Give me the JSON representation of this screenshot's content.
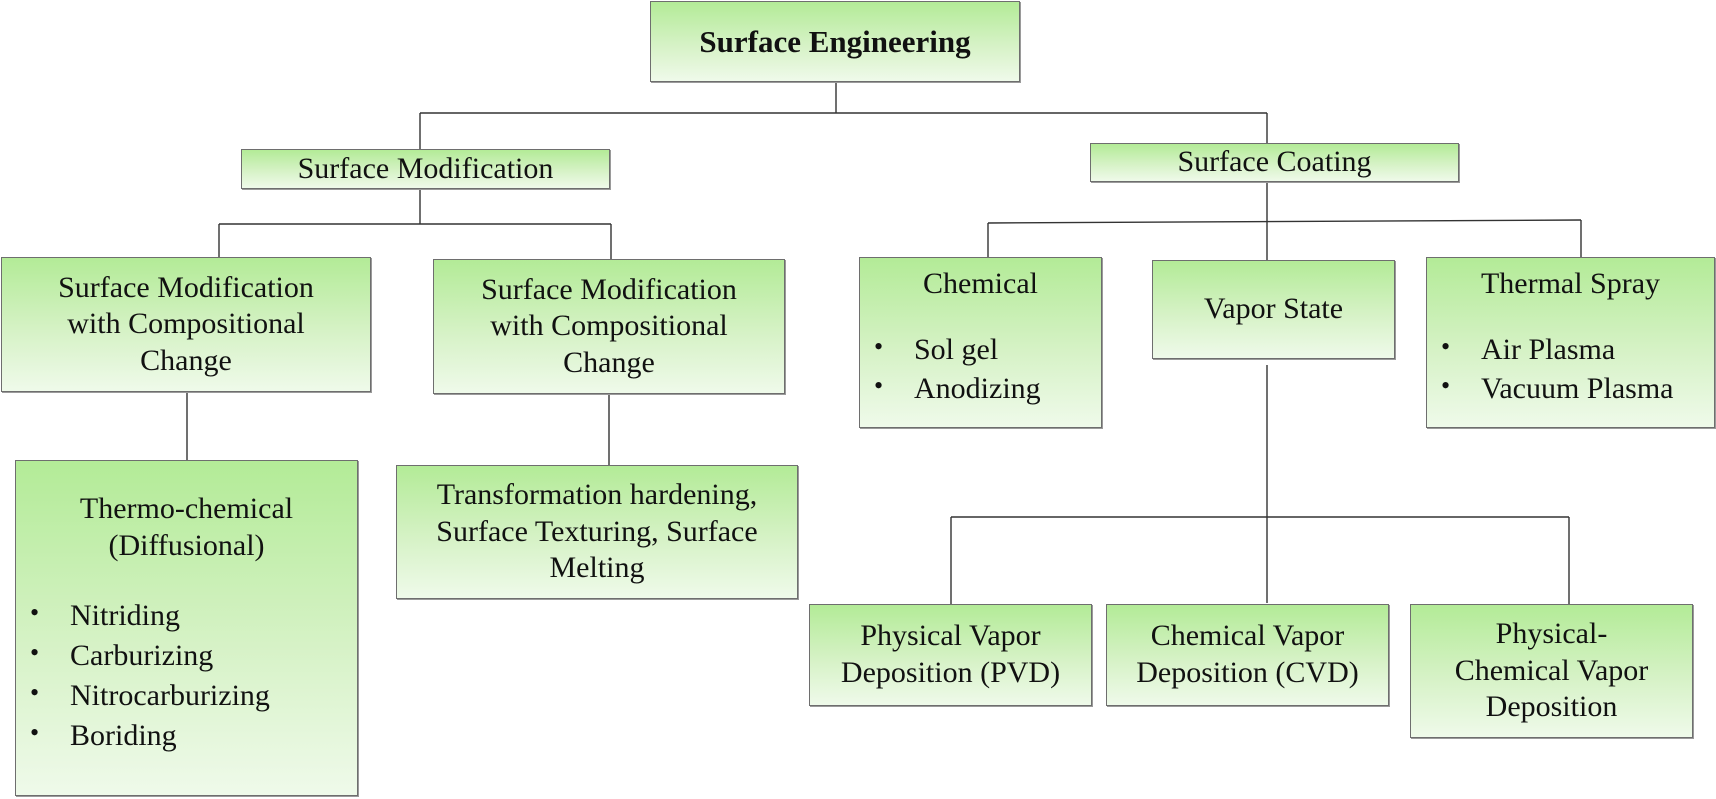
{
  "root": {
    "label": "Surface Engineering"
  },
  "modification": {
    "label": "Surface Modification",
    "with_change": {
      "lines": [
        "Surface Modification",
        "with Compositional",
        "Change"
      ]
    },
    "without_change": {
      "lines": [
        "Surface Modification",
        "with Compositional",
        "Change"
      ]
    },
    "thermochemical": {
      "lines": [
        "Thermo-chemical",
        "(Diffusional)"
      ],
      "items": [
        "Nitriding",
        "Carburizing",
        "Nitrocarburizing",
        "Boriding"
      ]
    },
    "transformation": {
      "lines": [
        "Transformation hardening,",
        "Surface Texturing, Surface",
        "Melting"
      ]
    }
  },
  "coating": {
    "label": "Surface Coating",
    "chemical": {
      "label": "Chemical",
      "items": [
        "Sol gel",
        "Anodizing"
      ]
    },
    "vapor": {
      "label": "Vapor State",
      "pvd": {
        "lines": [
          "Physical Vapor",
          "Deposition (PVD)"
        ]
      },
      "cvd": {
        "lines": [
          "Chemical Vapor",
          "Deposition (CVD)"
        ]
      },
      "pcvd": {
        "lines": [
          "Physical-",
          "Chemical Vapor",
          "Deposition"
        ]
      }
    },
    "thermal": {
      "label": "Thermal Spray",
      "items": [
        "Air Plasma",
        "Vacuum Plasma"
      ]
    }
  }
}
